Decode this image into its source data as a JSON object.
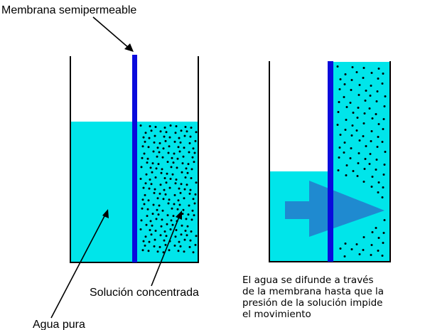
{
  "labels": {
    "membrane": "Membrana semipermeable",
    "concentrated": "Solución concentrada",
    "pure_water": "Agua pura"
  },
  "caption_lines": [
    "El agua se difunde a través",
    "de la membrana hasta que la",
    "presión de la solución impide",
    "el movimiento"
  ],
  "colors": {
    "water": "#00e5ea",
    "membrane": "#0a0adc",
    "arrow": "#1f8ad0",
    "outline": "#000000",
    "particle": "#000000",
    "background": "#ffffff"
  }
}
